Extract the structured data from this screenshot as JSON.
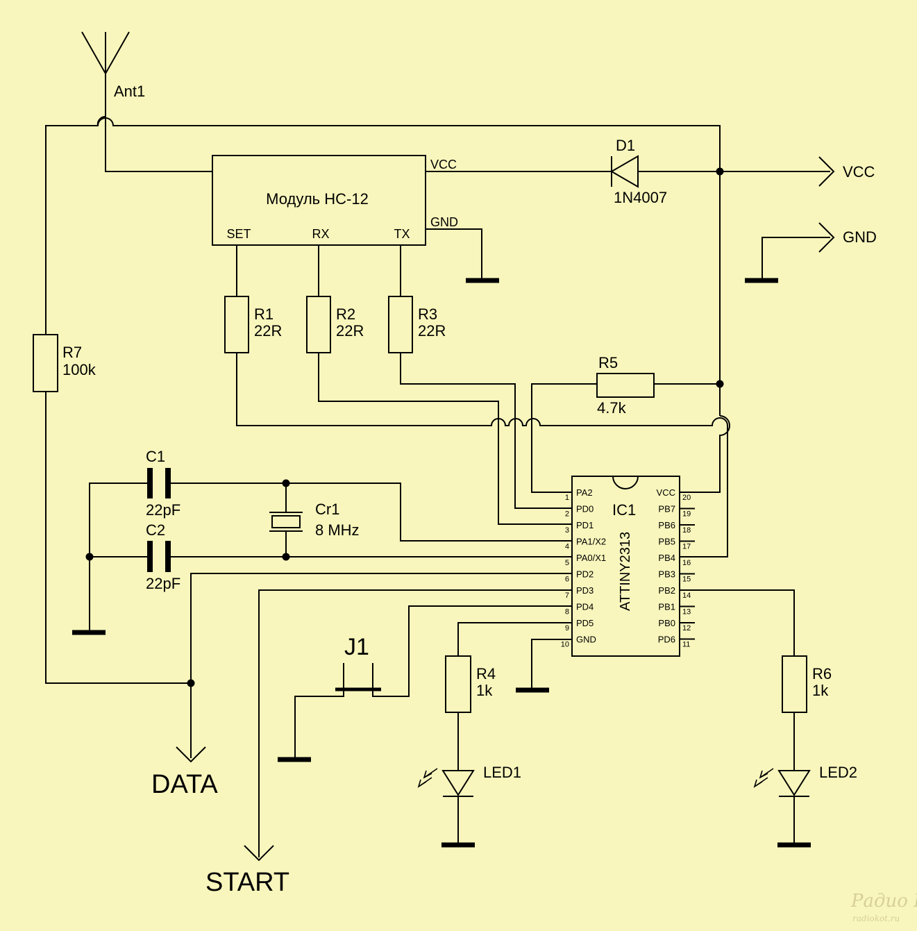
{
  "antenna": {
    "ref": "Ant1"
  },
  "module": {
    "title": "Модуль HC-12",
    "pins": {
      "vcc": "VCC",
      "gnd": "GND",
      "set": "SET",
      "rx": "RX",
      "tx": "TX"
    }
  },
  "diode": {
    "ref": "D1",
    "value": "1N4007"
  },
  "ports": {
    "vcc": "VCC",
    "gnd": "GND",
    "data": "DATA",
    "start": "START"
  },
  "resistors": [
    {
      "ref": "R1",
      "value": "22R"
    },
    {
      "ref": "R2",
      "value": "22R"
    },
    {
      "ref": "R3",
      "value": "22R"
    },
    {
      "ref": "R4",
      "value": "1k"
    },
    {
      "ref": "R5",
      "value": "4.7k"
    },
    {
      "ref": "R6",
      "value": "1k"
    },
    {
      "ref": "R7",
      "value": "100k"
    }
  ],
  "capacitors": [
    {
      "ref": "C1",
      "value": "22pF"
    },
    {
      "ref": "C2",
      "value": "22pF"
    }
  ],
  "crystal": {
    "ref": "Cr1",
    "value": "8 MHz"
  },
  "jumper": {
    "ref": "J1"
  },
  "leds": [
    {
      "ref": "LED1"
    },
    {
      "ref": "LED2"
    }
  ],
  "ic": {
    "ref": "IC1",
    "part": "ATTINY2313",
    "left_pins": [
      {
        "num": "1",
        "name": "PA2"
      },
      {
        "num": "2",
        "name": "PD0"
      },
      {
        "num": "3",
        "name": "PD1"
      },
      {
        "num": "4",
        "name": "PA1/X2"
      },
      {
        "num": "5",
        "name": "PA0/X1"
      },
      {
        "num": "6",
        "name": "PD2"
      },
      {
        "num": "7",
        "name": "PD3"
      },
      {
        "num": "8",
        "name": "PD4"
      },
      {
        "num": "9",
        "name": "PD5"
      },
      {
        "num": "10",
        "name": "GND"
      }
    ],
    "right_pins": [
      {
        "num": "20",
        "name": "VCC"
      },
      {
        "num": "19",
        "name": "PB7"
      },
      {
        "num": "18",
        "name": "PB6"
      },
      {
        "num": "17",
        "name": "PB5"
      },
      {
        "num": "16",
        "name": "PB4"
      },
      {
        "num": "15",
        "name": "PB3"
      },
      {
        "num": "14",
        "name": "PB2"
      },
      {
        "num": "13",
        "name": "PB1"
      },
      {
        "num": "12",
        "name": "PB0"
      },
      {
        "num": "11",
        "name": "PD6"
      }
    ]
  },
  "watermark": {
    "line1": "Радио КОТ",
    "line2": "radiokot.ru"
  }
}
